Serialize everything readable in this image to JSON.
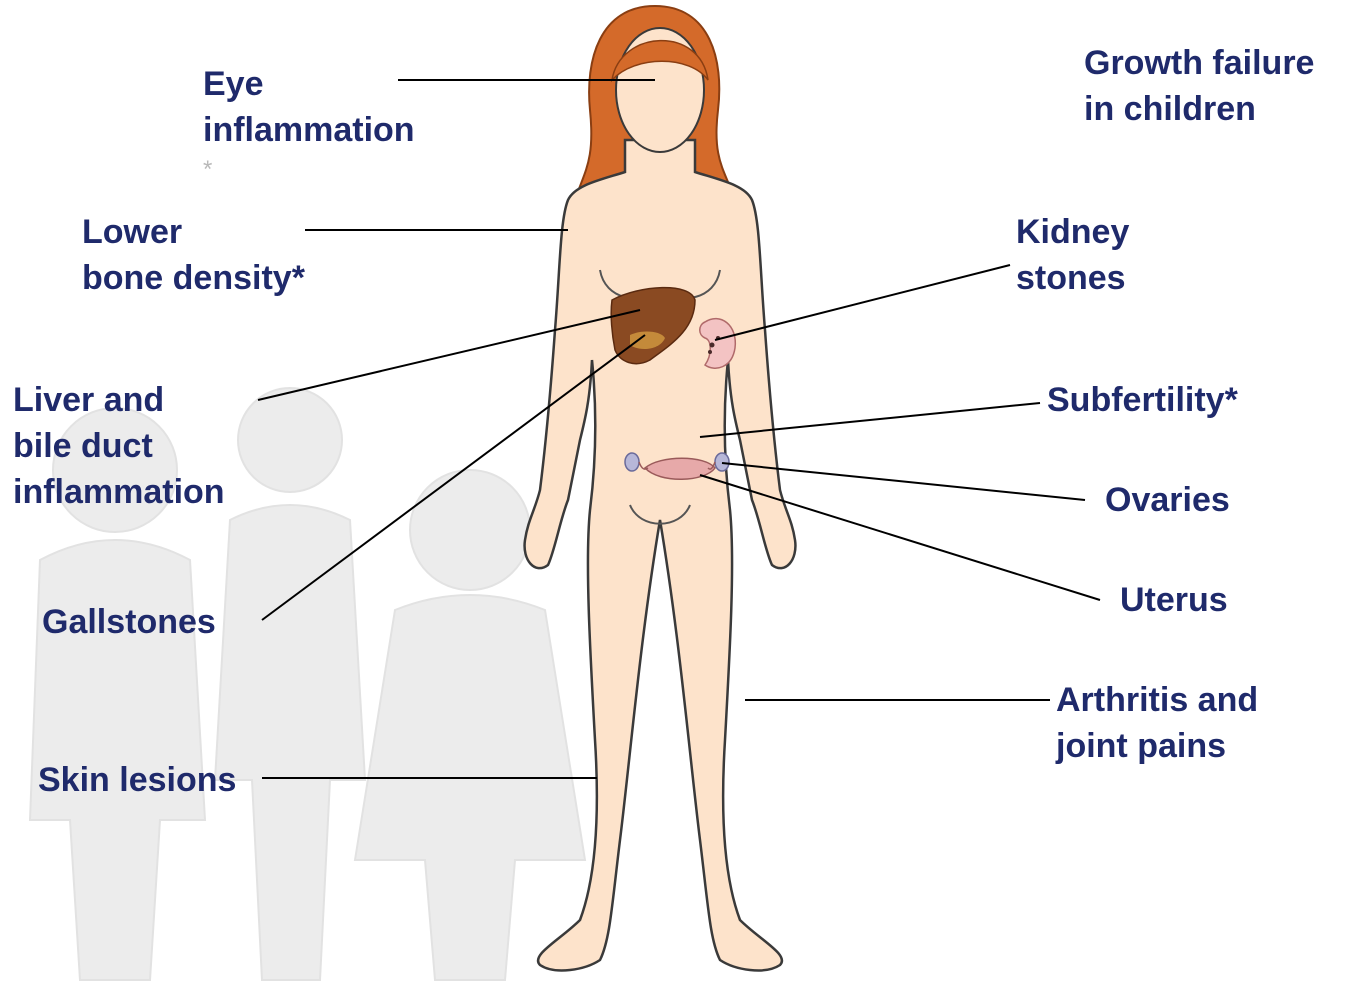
{
  "colors": {
    "label_text": "#1f2a6b",
    "skin": "#fde3cb",
    "outline": "#3a3a3a",
    "hair": "#d46a2a",
    "liver": "#8a4a22",
    "gallbladder": "#c48a3a",
    "background_figures": "#ebebeb"
  },
  "labels": {
    "eye": {
      "line1": "Eye",
      "line2": "inflammation",
      "mark": "*"
    },
    "growth": {
      "line1": "Growth failure",
      "line2": "in children"
    },
    "bone": {
      "line1": "Lower",
      "line2": "bone density*"
    },
    "kidney": {
      "line1": "Kidney",
      "line2": "stones"
    },
    "liver": {
      "line1": "Liver and",
      "line2": "bile duct",
      "line3": "inflammation"
    },
    "subfertility": {
      "line1": "Subfertility*"
    },
    "ovaries": {
      "line1": "Ovaries"
    },
    "gallstones": {
      "line1": "Gallstones"
    },
    "uterus": {
      "line1": "Uterus"
    },
    "arthritis": {
      "line1": "Arthritis and",
      "line2": "joint pains"
    },
    "skin": {
      "line1": "Skin lesions"
    }
  },
  "icons": {
    "figure": "female-body-outline",
    "liver": "liver-organ",
    "kidney": "kidney-organ",
    "uterus": "uterus-and-ovaries"
  }
}
